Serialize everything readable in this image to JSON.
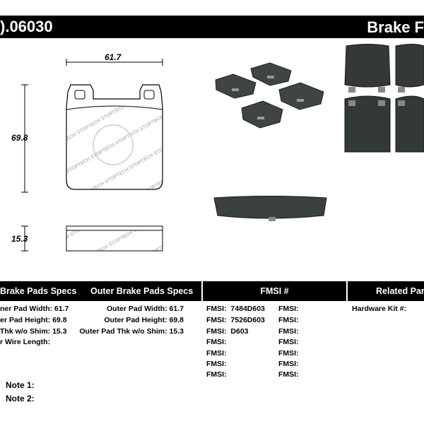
{
  "header": {
    "part_number": ").06030",
    "title": "Brake F"
  },
  "drawing": {
    "width_label": "61.7",
    "height_label": "69.8",
    "thickness_label": "15.3",
    "logo_text": "STOPTECH"
  },
  "table": {
    "inner_title": " Brake Pads Specs",
    "outer_title": "Outer Brake Pads Specs",
    "fmsi_title": "FMSI #",
    "related_title": "Related Par",
    "inner_rows": [
      "ner Pad Width: 61.7",
      "er Pad Height: 69.8",
      " Thk w/o Shim: 15.3",
      "r Wire Length:"
    ],
    "outer_rows": [
      "Outer Pad Width: 61.7",
      "Outer Pad Height: 69.8",
      "Outer Pad Thk w/o Shim: 15.3"
    ],
    "fmsi_left": [
      {
        "label": "FMSI:",
        "value": "7484D603"
      },
      {
        "label": "FMSI:",
        "value": "7526D603"
      },
      {
        "label": "FMSI:",
        "value": "D603"
      },
      {
        "label": "FMSI:",
        "value": ""
      },
      {
        "label": "FMSI:",
        "value": ""
      },
      {
        "label": "FMSI:",
        "value": ""
      },
      {
        "label": "FMSI:",
        "value": ""
      }
    ],
    "fmsi_right": [
      "FMSI:",
      "FMSI:",
      "FMSI:",
      "FMSI:",
      "FMSI:",
      "FMSI:",
      "FMSI:"
    ],
    "hardware_label": "Hardware Kit #:"
  },
  "notes": {
    "note1": "Note 1:",
    "note2": "Note 2:"
  }
}
